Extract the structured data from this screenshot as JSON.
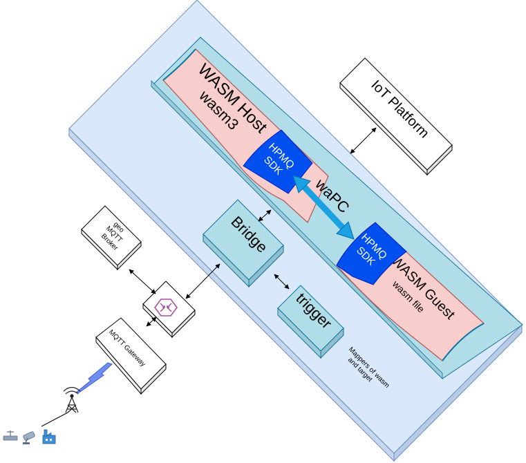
{
  "iot_platform": {
    "label": "IoT Platform"
  },
  "wasm_host": {
    "title": "WASM Host",
    "subtitle": "wasm3"
  },
  "host_sdk": {
    "line1": "HPMQ",
    "line2": "SDK"
  },
  "wapc": {
    "label": "waPC"
  },
  "guest_sdk": {
    "line1": "HPMQ",
    "line2": "SDK"
  },
  "wasm_guest": {
    "title": "WASM Guest",
    "subtitle": "wasm file"
  },
  "bridge": {
    "label": "Bridge"
  },
  "trigger": {
    "label": "trigger"
  },
  "mappers_note": {
    "line1": "Mappers of wasm",
    "line2": "and target"
  },
  "broker": {
    "line1": "geo",
    "line2": "MQTT",
    "line3": "Broker"
  },
  "gateway": {
    "label": "MQTT Gateway"
  },
  "colors": {
    "platform_fill": "#dae8fc",
    "platform_stroke": "#6c8ebf",
    "tray_fill": "#b1dde8",
    "panel_fill": "#f8cecc",
    "panel_stroke": "#b85450",
    "sdk_fill": "#0050ef",
    "box_fill": "#b1dde8",
    "wapc_arrow": "#1ba1e2",
    "router_icon": "#a64d9e"
  }
}
